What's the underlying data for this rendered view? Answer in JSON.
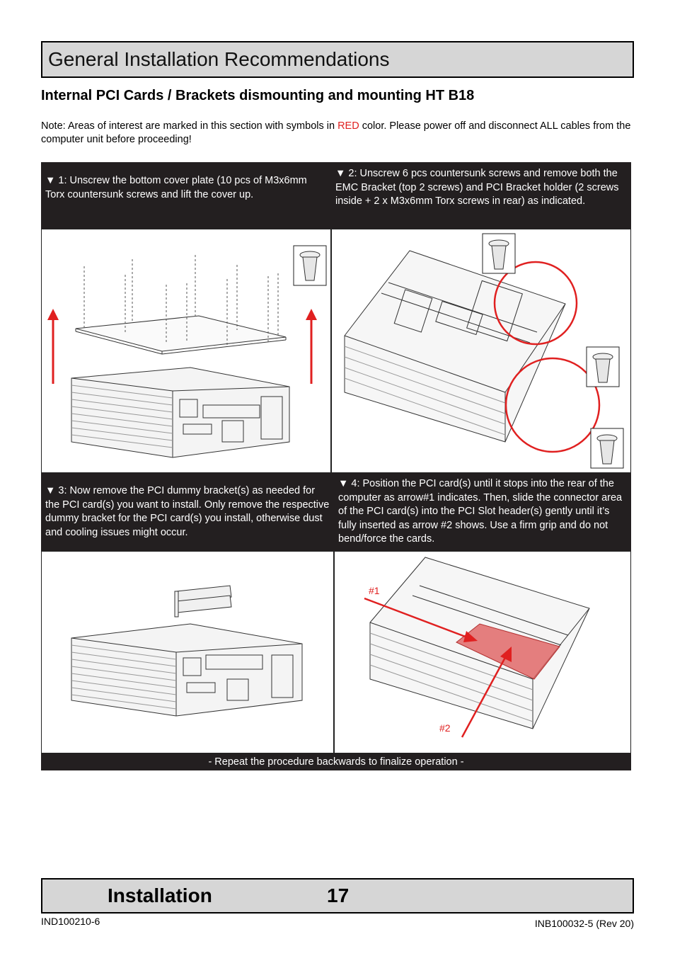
{
  "header": {
    "title": "General Installation Recommendations"
  },
  "subtitle": "Internal PCI Cards / Brackets dismounting and mounting HT B18",
  "note": {
    "before": "Note: Areas of interest are marked in this section with symbols in ",
    "red_word": "RED",
    "after": " color. Please power off and disconnect ALL cables from the computer unit before proceeding!"
  },
  "steps": [
    {
      "text": "▼ 1: Unscrew the bottom cover plate (10 pcs of M3x6mm Torx countersunk screws and lift the cover up."
    },
    {
      "text": "▼ 2: Unscrew 6 pcs countersunk screws and remove both the EMC Bracket (top 2 screws) and PCI Bracket holder (2 screws inside + 2 x M3x6mm Torx screws in rear) as indicated."
    },
    {
      "text": "▼ 3: Now remove the PCI dummy bracket(s) as needed for the PCI card(s) you want to install. Only remove the respective dummy bracket for the PCI card(s) you install, otherwise dust and cooling issues might occur."
    },
    {
      "text": "▼ 4: Position the PCI card(s) until it stops into the rear of the computer as arrow#1 indicates. Then, slide the connector area of the PCI card(s) into the PCI Slot header(s) gently until it’s fully inserted as arrow #2 shows. Use a firm grip and do not bend/force the cards."
    }
  ],
  "arrows": {
    "label1": "#1",
    "label2": "#2"
  },
  "repeat_text": "- Repeat the procedure backwards to finalize operation -",
  "footer": {
    "section": "Installation",
    "page": "17"
  },
  "doc_left": "IND100210-6",
  "doc_right": "INB100032-5 (Rev 20)",
  "colors": {
    "accent_red": "#e02020",
    "bar_dark": "#231f20",
    "header_gray": "#d6d6d6"
  }
}
